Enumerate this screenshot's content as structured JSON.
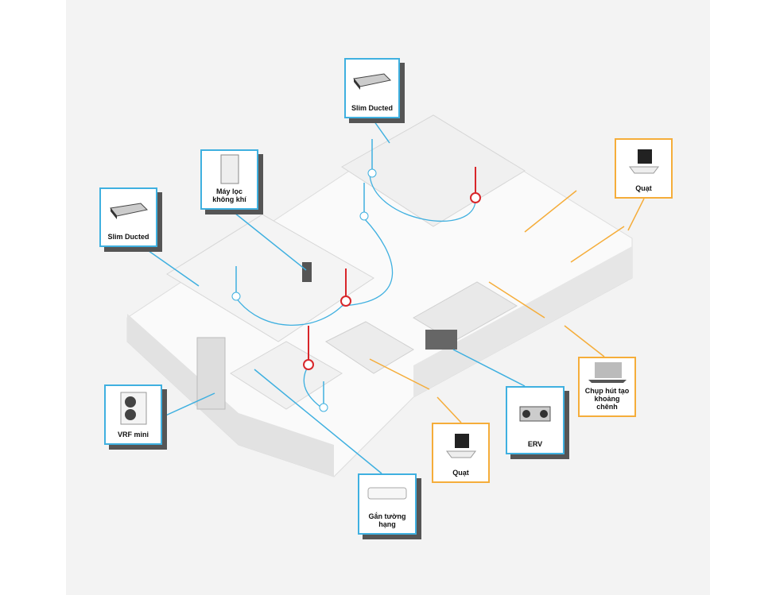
{
  "colors": {
    "blue": "#3fb0e0",
    "orange": "#f5ad3a",
    "red": "#d8262a",
    "panel": "#f3f3f3"
  },
  "callouts": {
    "slim_ducted_top": {
      "label": "Slim Ducted",
      "icon": "ducted-unit-icon"
    },
    "air_purifier": {
      "label": "Máy lọc không khí",
      "icon": "air-purifier-icon"
    },
    "slim_ducted_left": {
      "label": "Slim Ducted",
      "icon": "ducted-unit-icon"
    },
    "fan_right": {
      "label": "Quạt",
      "icon": "ceiling-fan-icon"
    },
    "vrf_mini": {
      "label": "VRF mini",
      "icon": "outdoor-unit-icon"
    },
    "range_hood": {
      "label": "Chụp hút tạo khoảng chênh",
      "icon": "range-hood-icon"
    },
    "erv": {
      "label": "ERV",
      "icon": "erv-unit-icon"
    },
    "fan_bottom": {
      "label": "Quạt",
      "icon": "ceiling-fan-icon"
    },
    "wall_mounted": {
      "label": "Gắn tường hạng",
      "icon": "wall-ac-icon"
    }
  }
}
